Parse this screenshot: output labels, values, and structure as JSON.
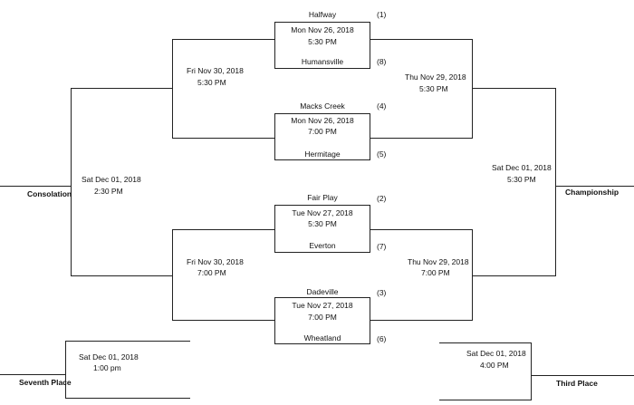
{
  "games": {
    "g1": {
      "team_top": "Halfway",
      "seed_top": "(1)",
      "date": "Mon Nov 26, 2018",
      "time": "5:30 PM",
      "team_bottom": "Humansville",
      "seed_bottom": "(8)"
    },
    "g2": {
      "team_top": "Macks Creek",
      "seed_top": "(4)",
      "date": "Mon Nov 26, 2018",
      "time": "7:00 PM",
      "team_bottom": "Hermitage",
      "seed_bottom": "(5)"
    },
    "g3": {
      "team_top": "Fair Play",
      "seed_top": "(2)",
      "date": "Tue Nov 27, 2018",
      "time": "5:30 PM",
      "team_bottom": "Everton",
      "seed_bottom": "(7)"
    },
    "g4": {
      "team_top": "Dadeville",
      "seed_top": "(3)",
      "date": "Tue Nov 27, 2018",
      "time": "7:00 PM",
      "team_bottom": "Wheatland",
      "seed_bottom": "(6)"
    }
  },
  "rounds": {
    "cons_semi_top": {
      "date": "Fri Nov 30, 2018",
      "time": "5:30 PM"
    },
    "cons_semi_bottom": {
      "date": "Fri Nov 30, 2018",
      "time": "7:00 PM"
    },
    "semi_top": {
      "date": "Thu Nov 29, 2018",
      "time": "5:30 PM"
    },
    "semi_bottom": {
      "date": "Thu Nov 29, 2018",
      "time": "7:00 PM"
    },
    "consolation": {
      "date": "Sat Dec 01, 2018",
      "time": "2:30 PM"
    },
    "championship": {
      "date": "Sat Dec 01, 2018",
      "time": "5:30 PM"
    },
    "seventh": {
      "date": "Sat Dec 01, 2018",
      "time": "1:00 pm"
    },
    "third": {
      "date": "Sat Dec 01, 2018",
      "time": "4:00 PM"
    }
  },
  "labels": {
    "consolation": "Consolation",
    "championship": "Championship",
    "seventh_place": "Seventh Place",
    "third_place": "Third Place"
  }
}
